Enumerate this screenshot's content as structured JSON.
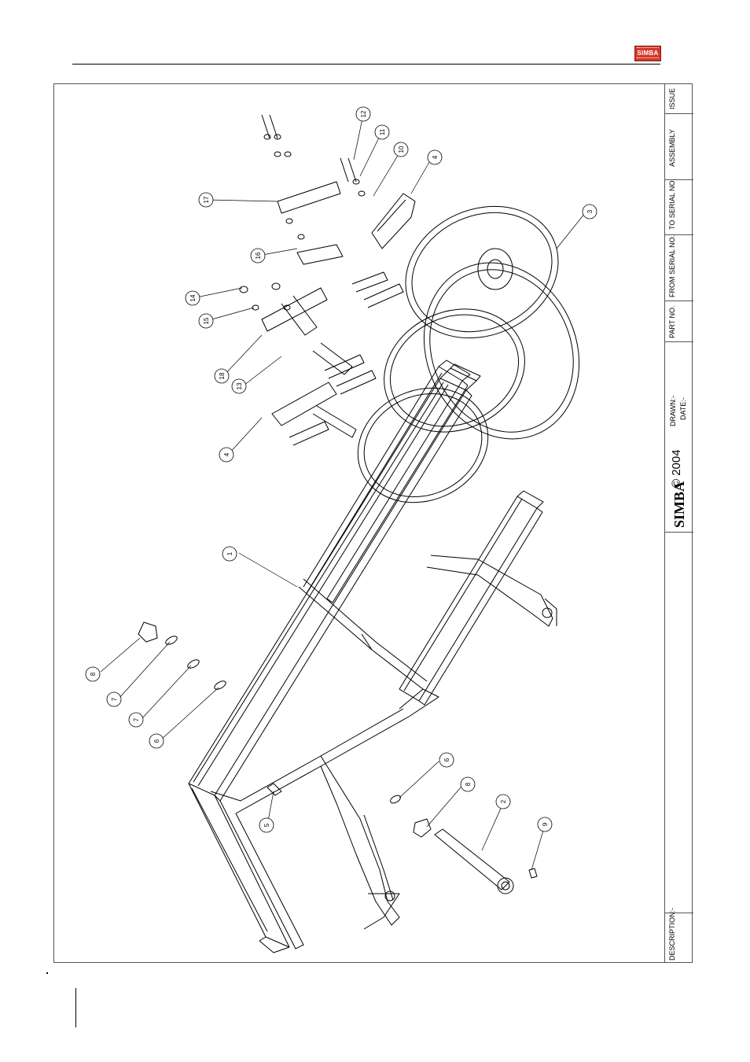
{
  "header": {
    "logo_text": "SIMBA"
  },
  "title_block": {
    "issue_label": "ISSUE",
    "assembly_label": "ASSEMBLY",
    "to_serial_label": "TO SERIAL NO.",
    "from_serial_label": "FROM SERIAL NO.",
    "part_no_label": "PART NO.",
    "drawn_label": "DRAWN:-",
    "date_label": "DATE:-",
    "brand": "SIMBA",
    "copyright": "© 2004",
    "description_label": "DESCRIPTION:-"
  },
  "callouts": [
    {
      "n": "1"
    },
    {
      "n": "2"
    },
    {
      "n": "3"
    },
    {
      "n": "4"
    },
    {
      "n": "4"
    },
    {
      "n": "5"
    },
    {
      "n": "6"
    },
    {
      "n": "6"
    },
    {
      "n": "7"
    },
    {
      "n": "7"
    },
    {
      "n": "8"
    },
    {
      "n": "8"
    },
    {
      "n": "9"
    },
    {
      "n": "10"
    },
    {
      "n": "11"
    },
    {
      "n": "12"
    },
    {
      "n": "13"
    },
    {
      "n": "14"
    },
    {
      "n": "15"
    },
    {
      "n": "16"
    },
    {
      "n": "17"
    },
    {
      "n": "18"
    }
  ]
}
